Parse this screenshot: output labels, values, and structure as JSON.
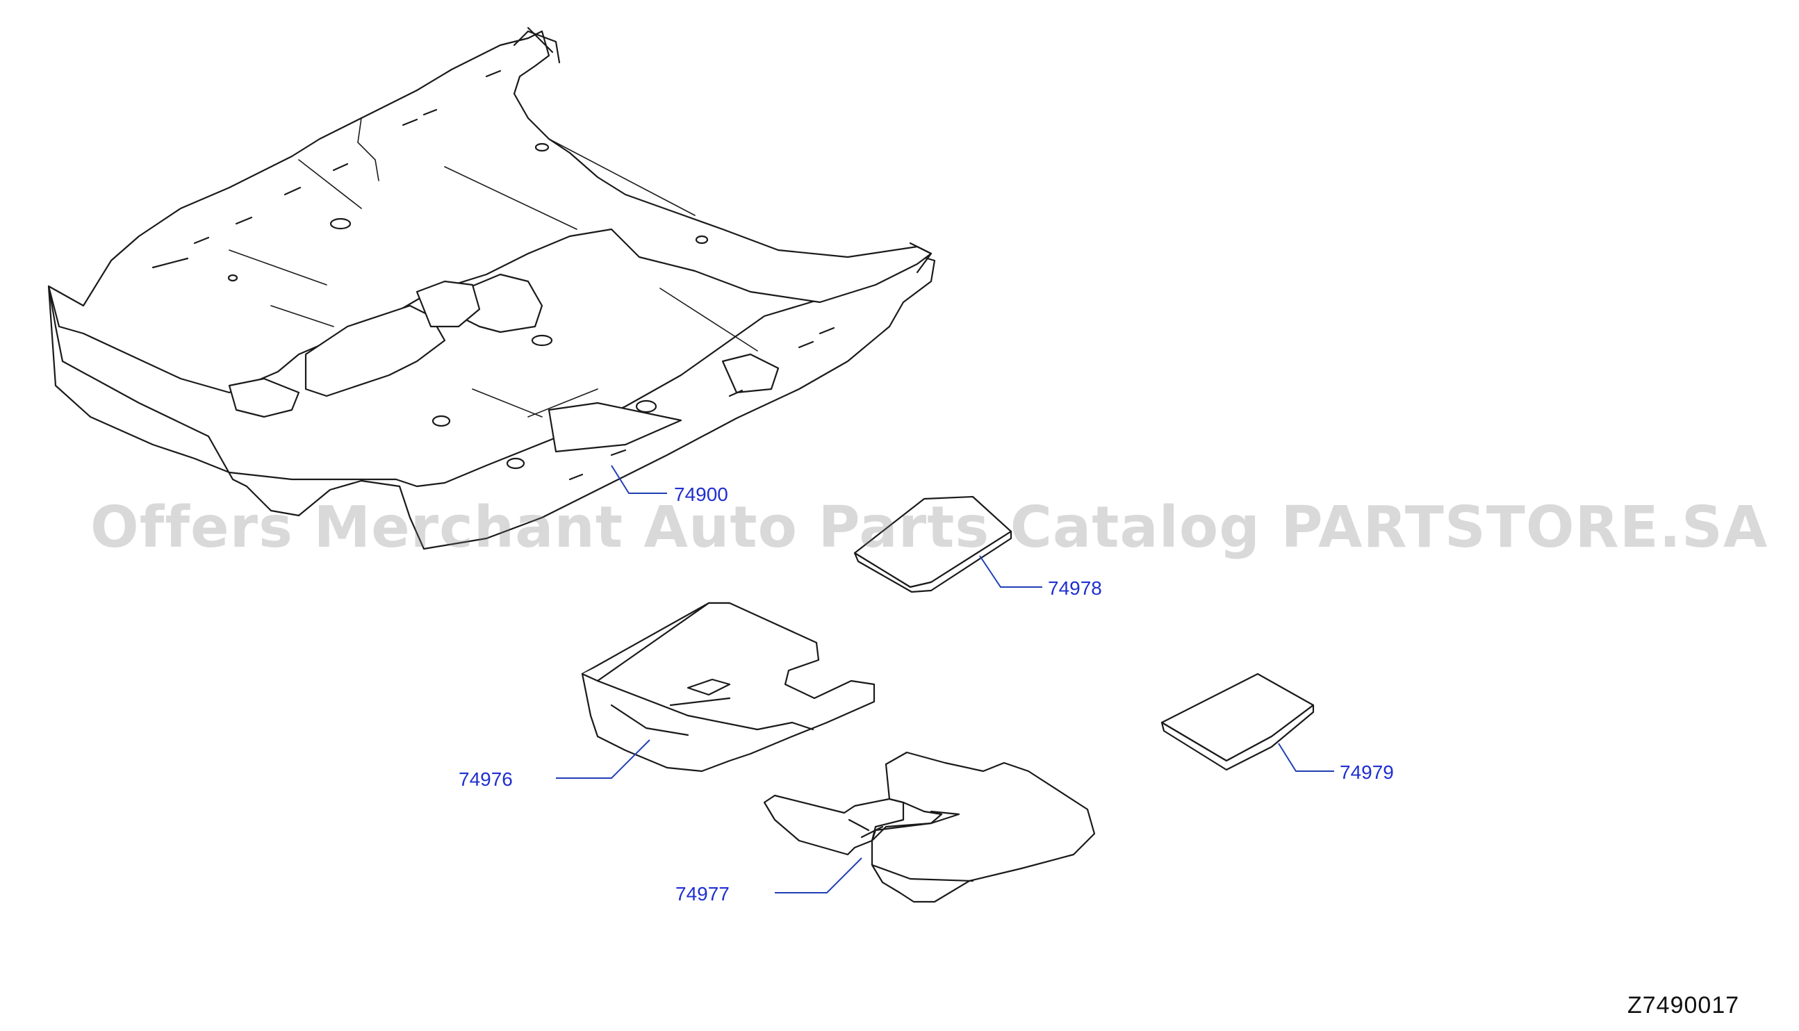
{
  "diagram": {
    "code": "Z7490017",
    "watermark": "Offers Merchant Auto Parts Catalog PARTSTORE.SA",
    "colors": {
      "callout": "#1f2fd0",
      "leader": "#1f3fb3",
      "linework": "#1a1a1a",
      "watermark": "#787878"
    },
    "parts": [
      {
        "number": "74900"
      },
      {
        "number": "74978"
      },
      {
        "number": "74976"
      },
      {
        "number": "74979"
      },
      {
        "number": "74977"
      }
    ]
  }
}
